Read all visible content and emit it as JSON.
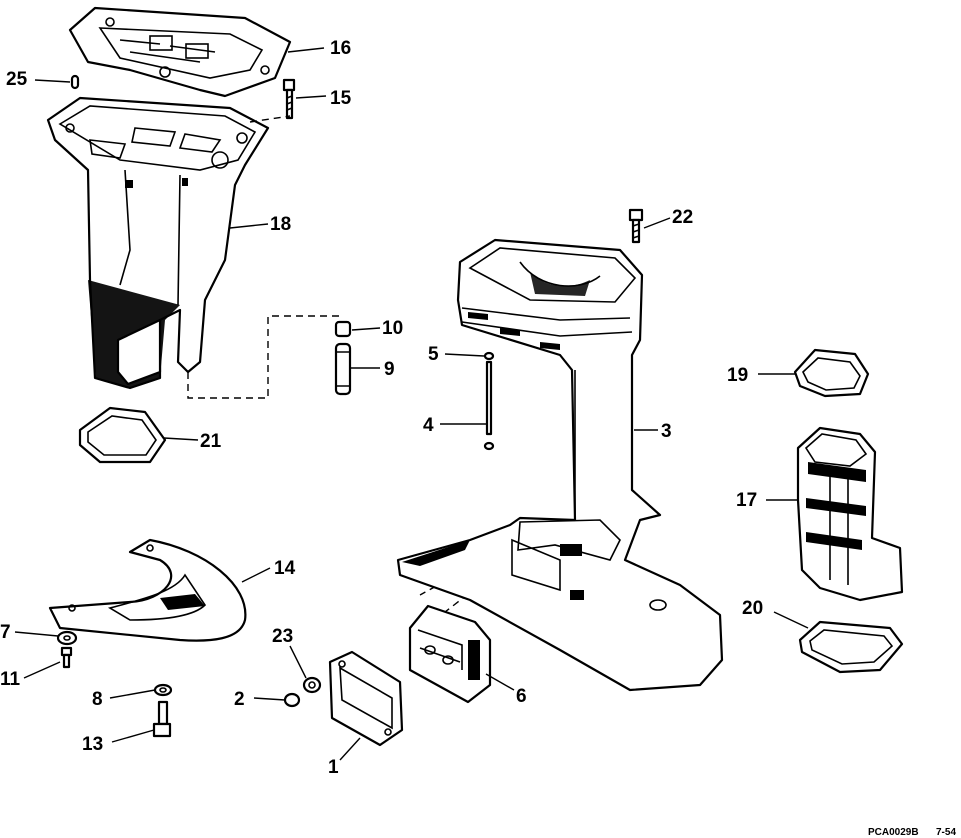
{
  "diagram": {
    "callouts": {
      "c1": "1",
      "c2": "2",
      "c3": "3",
      "c4": "4",
      "c5": "5",
      "c6": "6",
      "c7": "7",
      "c8": "8",
      "c9": "9",
      "c10": "10",
      "c11": "11",
      "c13": "13",
      "c14": "14",
      "c15": "15",
      "c16": "16",
      "c17": "17",
      "c18": "18",
      "c19": "19",
      "c20": "20",
      "c21": "21",
      "c22": "22",
      "c23": "23",
      "c25": "25"
    },
    "reference_code": "PCA0029B",
    "page_ref": "7-54"
  }
}
